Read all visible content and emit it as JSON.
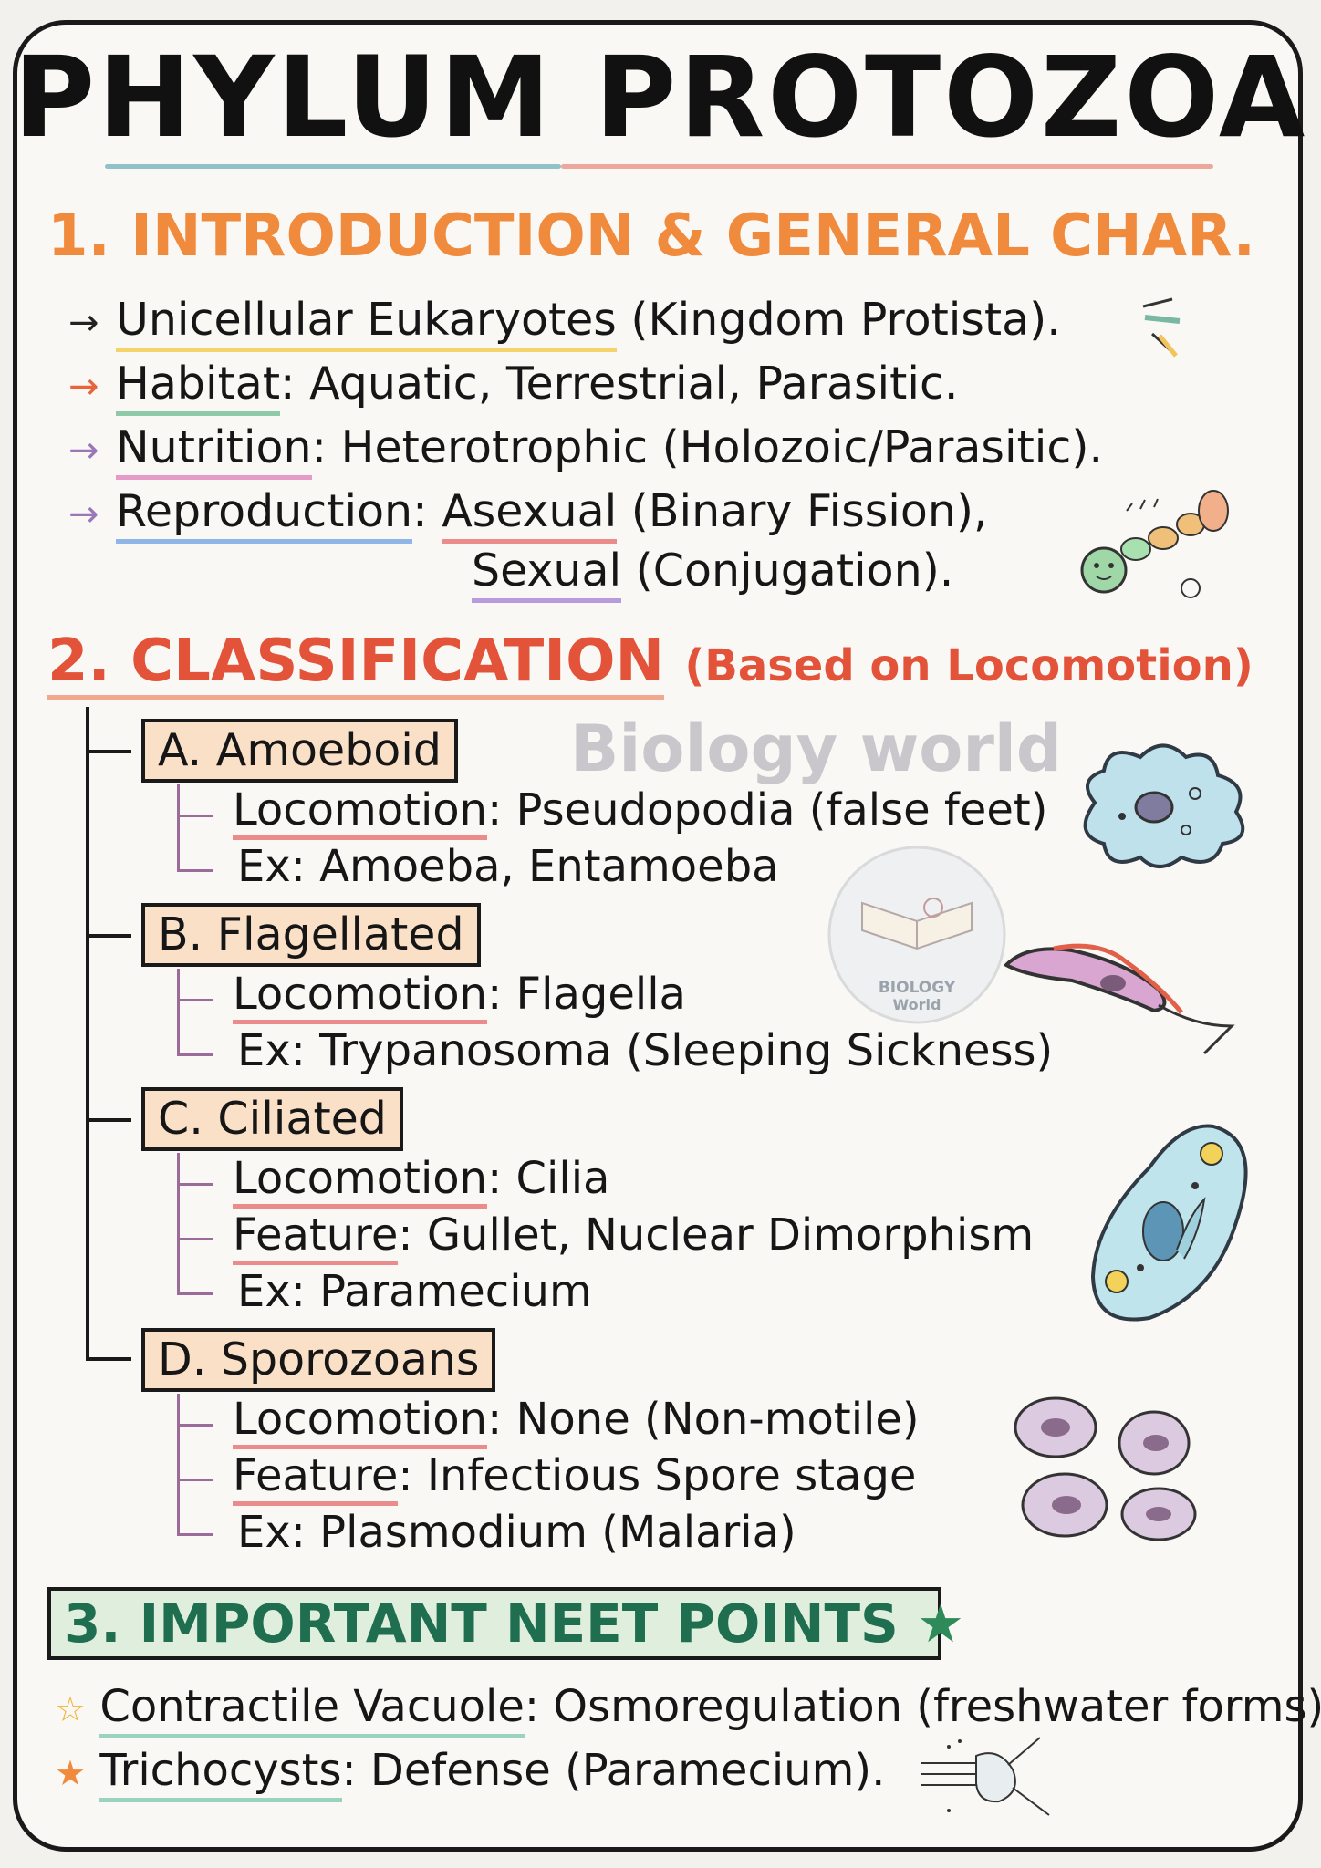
{
  "title": "PHYLUM PROTOZOA",
  "colors": {
    "orange": "#f08a3c",
    "red": "#e2533a",
    "green": "#1f6e50",
    "box_fill": "#fbe0c8",
    "neet_fill": "#dfeedd"
  },
  "section1": {
    "heading": "1. INTRODUCTION & GENERAL CHAR.",
    "items": [
      {
        "label": "Unicellular Eukaryotes",
        "text": " (Kingdom Protista)."
      },
      {
        "label": "Habitat",
        "text": ": Aquatic, Terrestrial, Parasitic."
      },
      {
        "label": "Nutrition",
        "text": ": Heterotrophic (Holozoic/Parasitic)."
      },
      {
        "label": "Reproduction",
        "text": ": ",
        "value": "Asexual",
        "rest": " (Binary Fission),"
      },
      {
        "value": "Sexual",
        "rest": " (Conjugation)."
      }
    ]
  },
  "section2": {
    "heading": "2. CLASSIFICATION",
    "subheading": "(Based on Locomotion)",
    "watermark": "Biology world",
    "logo_text_1": "BIOLOGY",
    "logo_text_2": "World",
    "groups": [
      {
        "title": "A. Amoeboid",
        "lines": [
          {
            "label": "Locomotion",
            "text": ": Pseudopodia (false feet)"
          },
          {
            "label": "Ex",
            "text": ":  Amoeba, Entamoeba"
          }
        ]
      },
      {
        "title": "B. Flagellated",
        "lines": [
          {
            "label": "Locomotion",
            "text": ": Flagella"
          },
          {
            "label": "Ex",
            "text": ":  Trypanosoma (Sleeping Sickness)"
          }
        ]
      },
      {
        "title": "C. Ciliated",
        "lines": [
          {
            "label": "Locomotion",
            "text": ": Cilia"
          },
          {
            "label": "Feature",
            "text": ": Gullet, Nuclear Dimorphism"
          },
          {
            "label": "Ex",
            "text": ":  Paramecium"
          }
        ]
      },
      {
        "title": "D. Sporozoans",
        "lines": [
          {
            "label": "Locomotion",
            "text": ": None (Non-motile)"
          },
          {
            "label": "Feature",
            "text": ": Infectious Spore stage"
          },
          {
            "label": "Ex",
            "text": ":  Plasmodium (Malaria)"
          }
        ]
      }
    ]
  },
  "section3": {
    "heading": "3. IMPORTANT NEET POINTS",
    "points": [
      {
        "label": "Contractile Vacuole",
        "text": ": Osmoregulation (freshwater forms)."
      },
      {
        "label": "Trichocysts",
        "text": ": Defense (Paramecium)."
      }
    ]
  }
}
